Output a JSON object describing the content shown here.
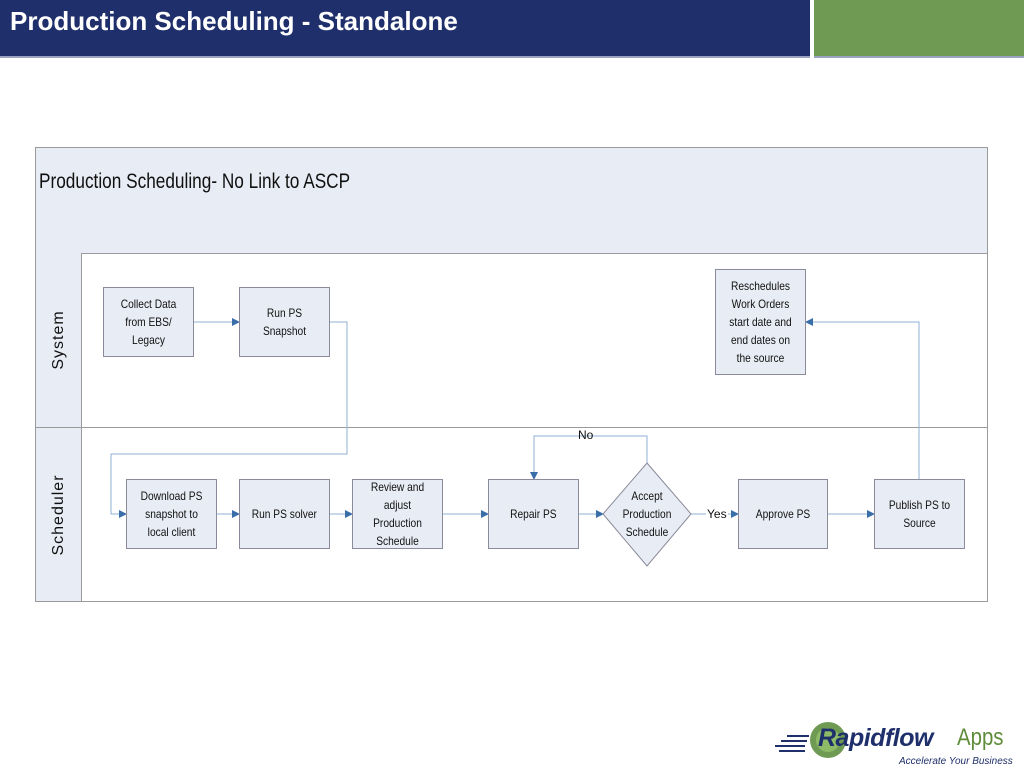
{
  "slide": {
    "title": "Production Scheduling - Standalone"
  },
  "diagram": {
    "header": "Production Scheduling- No Link to ASCP",
    "lanes": [
      {
        "label": "System"
      },
      {
        "label": "Scheduler"
      }
    ],
    "nodes": {
      "collect": "Collect Data from EBS/ Legacy",
      "snapshot": "Run PS Snapshot",
      "reschedule": "Reschedules Work Orders start date and end dates on the source",
      "download": "Download PS snapshot to local client",
      "solver": "Run PS solver",
      "review": "Review and adjust Production Schedule",
      "repair": "Repair PS",
      "accept": "Accept Production Schedule",
      "approve": "Approve PS",
      "publish": "Publish PS to Source"
    },
    "edge_labels": {
      "no": "No",
      "yes": "Yes"
    }
  },
  "logo": {
    "brand": "Rapidflow",
    "brand_suffix": "Apps",
    "tagline": "Accelerate Your Business"
  },
  "colors": {
    "title_bg": "#1f2f6b",
    "accent": "#6f9a53",
    "box_fill": "#e8ecf4",
    "connector": "#8fb0d6",
    "arrowhead": "#3a6ea8"
  }
}
